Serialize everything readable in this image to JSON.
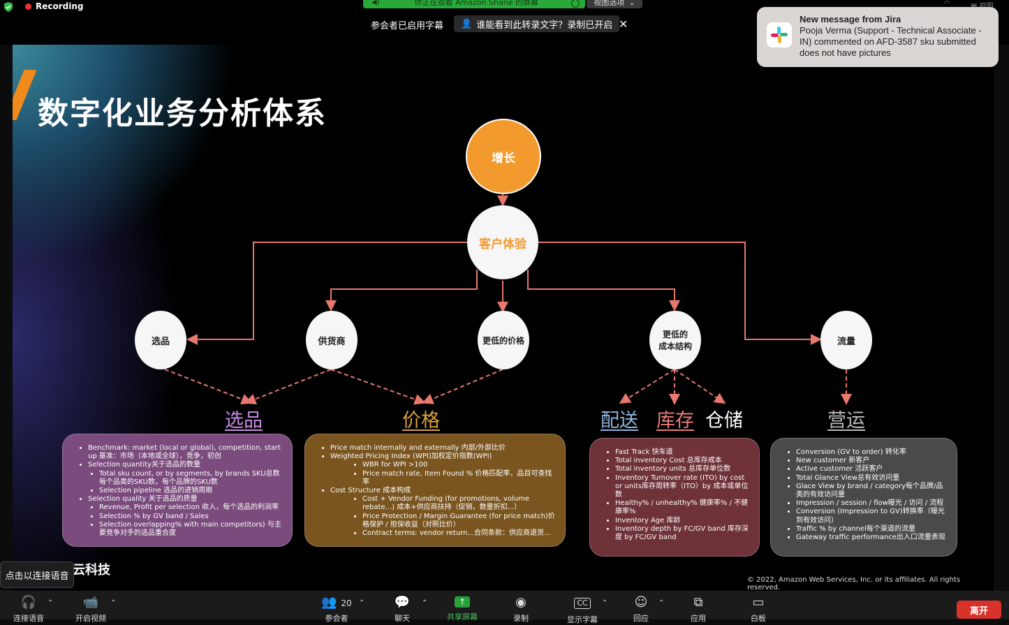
{
  "top": {
    "recording": "Recording",
    "viewing_banner": "你正在观看 Amazon Shane 的屏幕",
    "view_options": "视图选项",
    "caption_status": "参会者已启用字幕",
    "transcript_prompt": "谁能看到此转录文字？录制已开启",
    "view_right": "视图"
  },
  "notification": {
    "title": "New message from Jira",
    "body": "Pooja Verma (Support - Technical Associate - IN) commented on AFD-3587 sku submitted does not have pictures"
  },
  "slide": {
    "title": "数字化业务分析体系",
    "nodes": {
      "growth": "增长",
      "cx": "客户体验",
      "selection": "选品",
      "supplier": "供货商",
      "lower_price": "更低的价格",
      "lower_cost_1": "更低的",
      "lower_cost_2": "成本结构",
      "traffic": "流量"
    },
    "categories": {
      "selection": "选品",
      "price": "价格",
      "delivery": "配送",
      "inventory": "库存",
      "warehouse": "仓储",
      "operations": "营运"
    },
    "box_selection": {
      "b1": "Benchmark: market (local or global), competition, start up 基准：市场（本地或全球），竞争，初创",
      "b2": "Selection quantity关于选品的数量",
      "b2a": "Total sku count, or by segments, by brands SKU总数 每个品类的SKU数，每个品牌的SKU数",
      "b2b": "Selection pipeline 选品的进销周期",
      "b3": "Selection quality 关于选品的质量",
      "b3a": "Revenue, Profit per selection 收入，每个选品的利润率",
      "b3b": "Selection % by GV band / Sales",
      "b3c": "Selection overlapping% with main competitors) 与主要竞争对手的选品重合度"
    },
    "box_price": {
      "p1": "Price match internally and externally   内部/外部比价",
      "p2": "Weighted Pricing Index (WPI)加权定价指数(WPI)",
      "p2a": "WBR for WPI >100",
      "p2b": "Price match rate, Item Found % 价格匹配率，品目可查找率",
      "p3": "Cost Structure 成本构成",
      "p3a": "Cost + Vendor Funding (for promotions, volume rebate...) 成本+供应商扶持（促销，数量折扣...）",
      "p3b": "Price Protection / Margin Guarantee (for price match)价格保护 / 担保收益（对照比价）",
      "p3c": "Contract terms: vendor return...合同条款：供应商退货..."
    },
    "box_delivery": {
      "d1": "Fast Track 快车道",
      "d2": "Total inventory Cost 总库存成本",
      "d3": "Total inventory units 总库存单位数",
      "d4": "Inventory Turnover rate (ITO) by cost or units库存周转率（ITO）by 成本或单位数",
      "d5": "Healthy% / unhealthy% 健康率% / 不健康率%",
      "d6": "Inventory Age 库龄",
      "d7": "Inventory depth by FC/GV band 库存深度 by FC/GV band"
    },
    "box_ops": {
      "o1": "Conversion (GV to order) 转化率",
      "o2": "New customer 新客户",
      "o3": "Active customer 活跃客户",
      "o4": "Total Glance View总有效访问量",
      "o5": "Glace View by brand / category每个品牌/品类的有效访问量",
      "o6": "Impression / session / flow曝光 / 访问 / 流程",
      "o7": "Conversion (Impression to GV)转换率（曝光到有效访问）",
      "o8": "Traffic % by channel每个渠道的流量",
      "o9": "Gateway traffic performance出入口流量表现"
    },
    "logo_text": "云科技",
    "copyright": "© 2022, Amazon Web Services, Inc. or its affiliates. All rights reserved."
  },
  "tooltip": "点击以连接语音",
  "toolbar": {
    "audio": "连接语音",
    "video": "开启视频",
    "participants": "参会者",
    "participant_count": "20",
    "chat": "聊天",
    "share": "共享屏幕",
    "record": "录制",
    "captions": "显示字幕",
    "reactions": "回应",
    "apps": "应用",
    "whiteboard": "白板",
    "leave": "离开"
  },
  "colors": {
    "accent_orange": "#f39a2e",
    "arrow": "#e8786e",
    "selection_purple": "#c98ee8",
    "price_gold": "#d9a13a",
    "delivery_blue": "#8fb6e0",
    "inventory_pink": "#ee7a7a",
    "ops_gray": "#bdbdbd"
  }
}
